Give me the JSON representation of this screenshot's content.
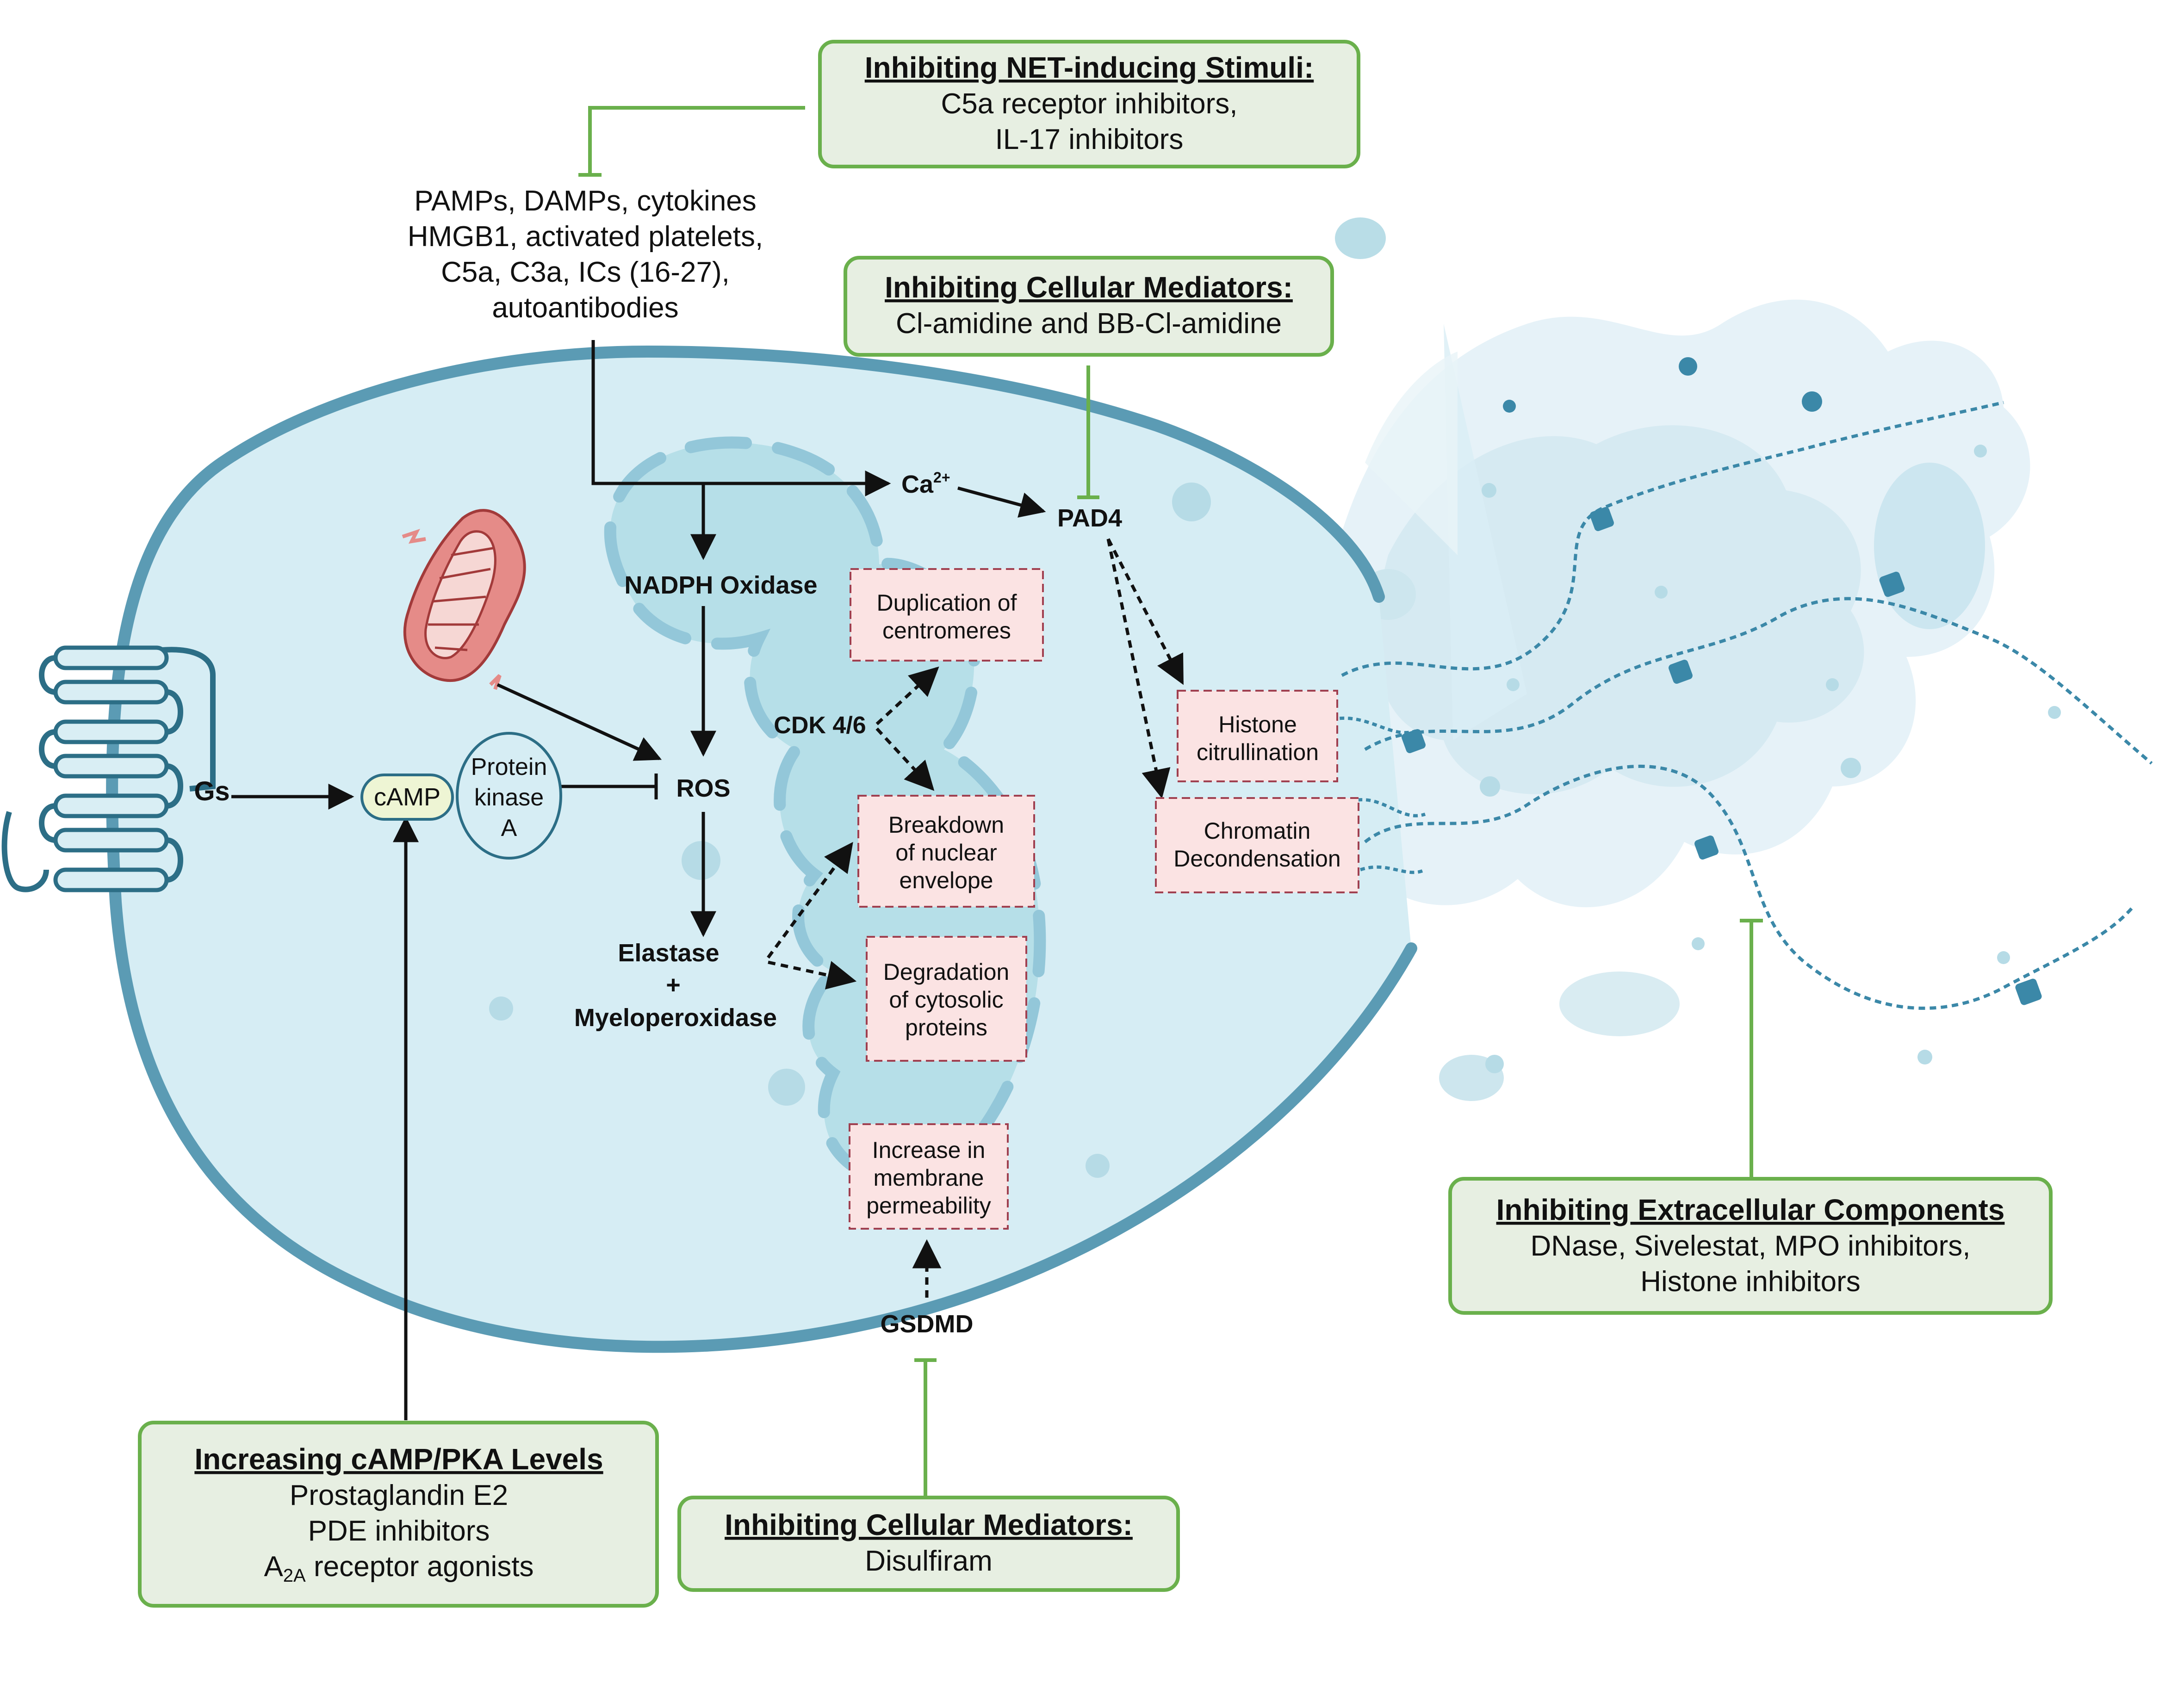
{
  "stimuli": {
    "lines": [
      "PAMPs, DAMPs, cytokines",
      "HMGB1, activated platelets,",
      "C5a, C3a, ICs (16-27),",
      "autoantibodies"
    ]
  },
  "boxes": {
    "net_stimuli": {
      "title": "Inhibiting NET-inducing Stimuli:",
      "lines": [
        "C5a receptor inhibitors,",
        "IL-17 inhibitors"
      ]
    },
    "cellular_top": {
      "title": "Inhibiting Cellular Mediators:",
      "lines": [
        "Cl-amidine and BB-Cl-amidine"
      ]
    },
    "camp_pka": {
      "title": "Increasing cAMP/PKA Levels",
      "line1": "Prostaglandin E2",
      "line2": "PDE inhibitors",
      "line3_main": "A",
      "line3_sub": "2A",
      "line3_rest": " receptor agonists"
    },
    "cellular_bottom": {
      "title": "Inhibiting Cellular Mediators:",
      "lines": [
        "Disulfiram"
      ]
    },
    "extracellular": {
      "title": "Inhibiting Extracellular Components",
      "lines": [
        "DNase, Sivelestat, MPO inhibitors,",
        "Histone inhibitors"
      ]
    }
  },
  "nodes": {
    "ca": "Ca",
    "ca_sup": "2+",
    "pad4": "PAD4",
    "nadph": "NADPH Oxidase",
    "ros": "ROS",
    "gs": "Gs",
    "camp": "cAMP",
    "pka": [
      "Protein",
      "kinase",
      "A"
    ],
    "cdk": "CDK 4/6",
    "elastase": [
      "Elastase",
      "+",
      "Myeloperoxidase"
    ],
    "gsdmd": "GSDMD"
  },
  "effects": {
    "duplication": [
      "Duplication of",
      "centromeres"
    ],
    "breakdown": [
      "Breakdown",
      "of nuclear",
      "envelope"
    ],
    "degradation": [
      "Degradation",
      "of cytosolic",
      "proteins"
    ],
    "membrane": [
      "Increase in",
      "membrane",
      "permeability"
    ],
    "histone": [
      "Histone",
      "citrullination"
    ],
    "chromatin": [
      "Chromatin",
      "Decondensation"
    ]
  },
  "colors": {
    "cell_fill": "#d6edf4",
    "cell_border": "#5b9bb4",
    "nucleus_fill": "#b6dfe8",
    "inhibitor_green": "#6ab04c",
    "box_fill": "#e7efe2",
    "effect_fill": "#fbe3e3",
    "effect_border": "#a04050",
    "mito_fill": "#e58b88"
  }
}
